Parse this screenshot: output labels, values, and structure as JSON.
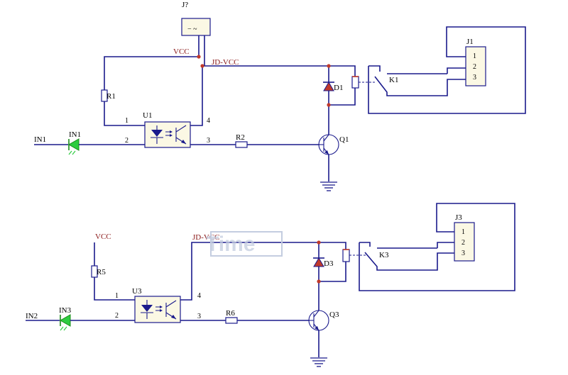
{
  "watermark": "Time",
  "top": {
    "jumper": {
      "ref": "J?",
      "pins": "− ~"
    },
    "vcc": "VCC",
    "jdvcc": "JD-VCC",
    "r1": "R1",
    "r2": "R2",
    "u1": "U1",
    "pin1": "1",
    "pin2": "2",
    "pin3": "3",
    "pin4": "4",
    "in_net": "IN1",
    "led": "IN1",
    "diode": "D1",
    "relay": "K1",
    "transistor": "Q1",
    "connector": {
      "ref": "J1",
      "pins": [
        "1",
        "2",
        "3"
      ]
    }
  },
  "bottom": {
    "vcc": "VCC",
    "jdvcc": "JD-VCC",
    "r5": "R5",
    "r6": "R6",
    "u3": "U3",
    "pin1": "1",
    "pin2": "2",
    "pin3": "3",
    "pin4": "4",
    "in_net": "IN2",
    "led": "IN3",
    "diode": "D3",
    "relay": "K3",
    "transistor": "Q3",
    "connector": {
      "ref": "J3",
      "pins": [
        "1",
        "2",
        "3"
      ]
    }
  },
  "colors": {
    "wire": "#1a1a8c",
    "net_label": "#8b1a1a",
    "junction": "#c0392b",
    "led": "#2ecc40"
  }
}
